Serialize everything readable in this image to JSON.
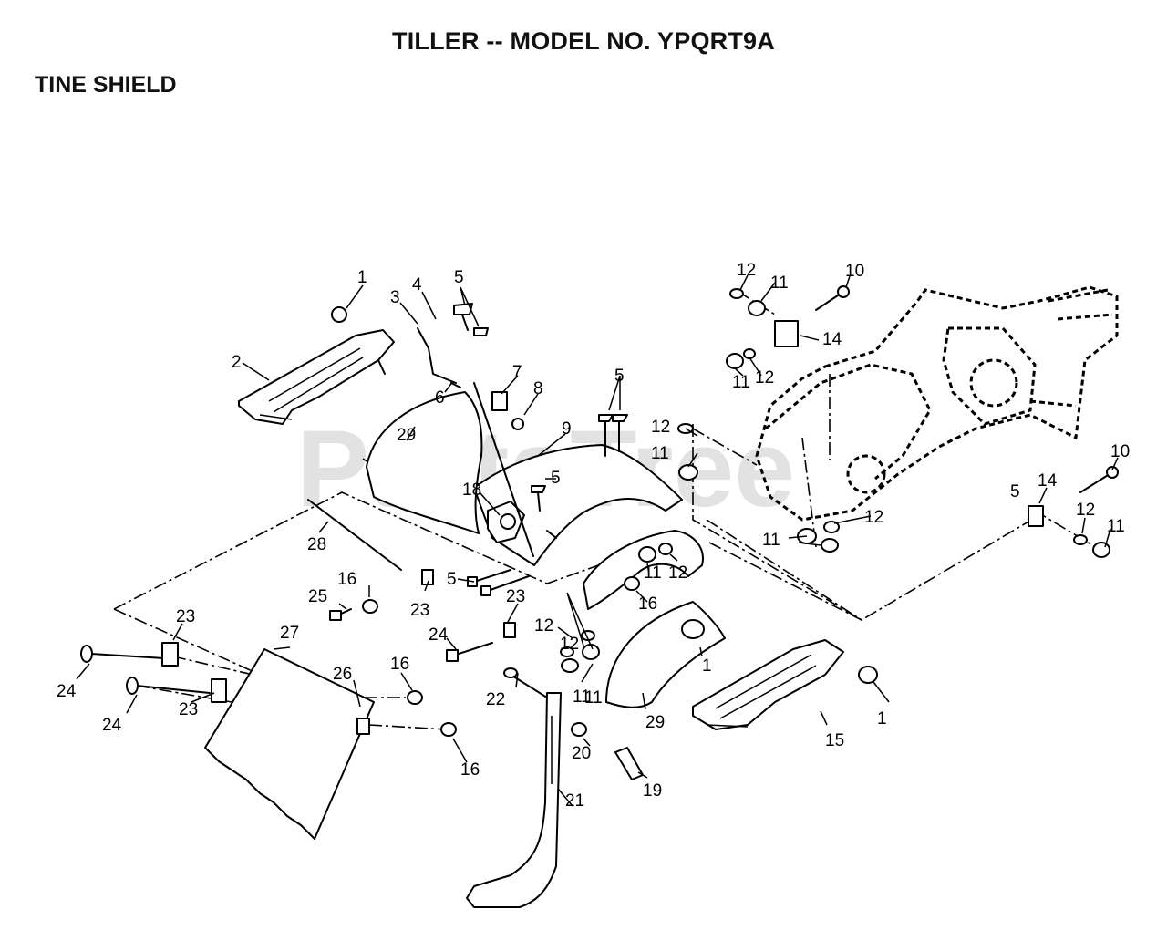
{
  "header": {
    "title": "TILLER -- MODEL NO. YPQRT9A",
    "subtitle": "TINE SHIELD"
  },
  "watermark": "PartsTree",
  "callouts": [
    "1",
    "2",
    "3",
    "4",
    "5",
    "5",
    "6",
    "7",
    "8",
    "9",
    "29",
    "18",
    "5",
    "28",
    "5",
    "23",
    "23",
    "16",
    "25",
    "24",
    "23",
    "23",
    "24",
    "24",
    "27",
    "26",
    "16",
    "16",
    "22",
    "21",
    "20",
    "19",
    "12",
    "11",
    "12",
    "11",
    "16",
    "11",
    "12",
    "29",
    "1",
    "15",
    "1",
    "12",
    "11",
    "10",
    "14",
    "11",
    "12",
    "12",
    "11",
    "12",
    "11",
    "14",
    "10",
    "12",
    "11",
    "5"
  ]
}
